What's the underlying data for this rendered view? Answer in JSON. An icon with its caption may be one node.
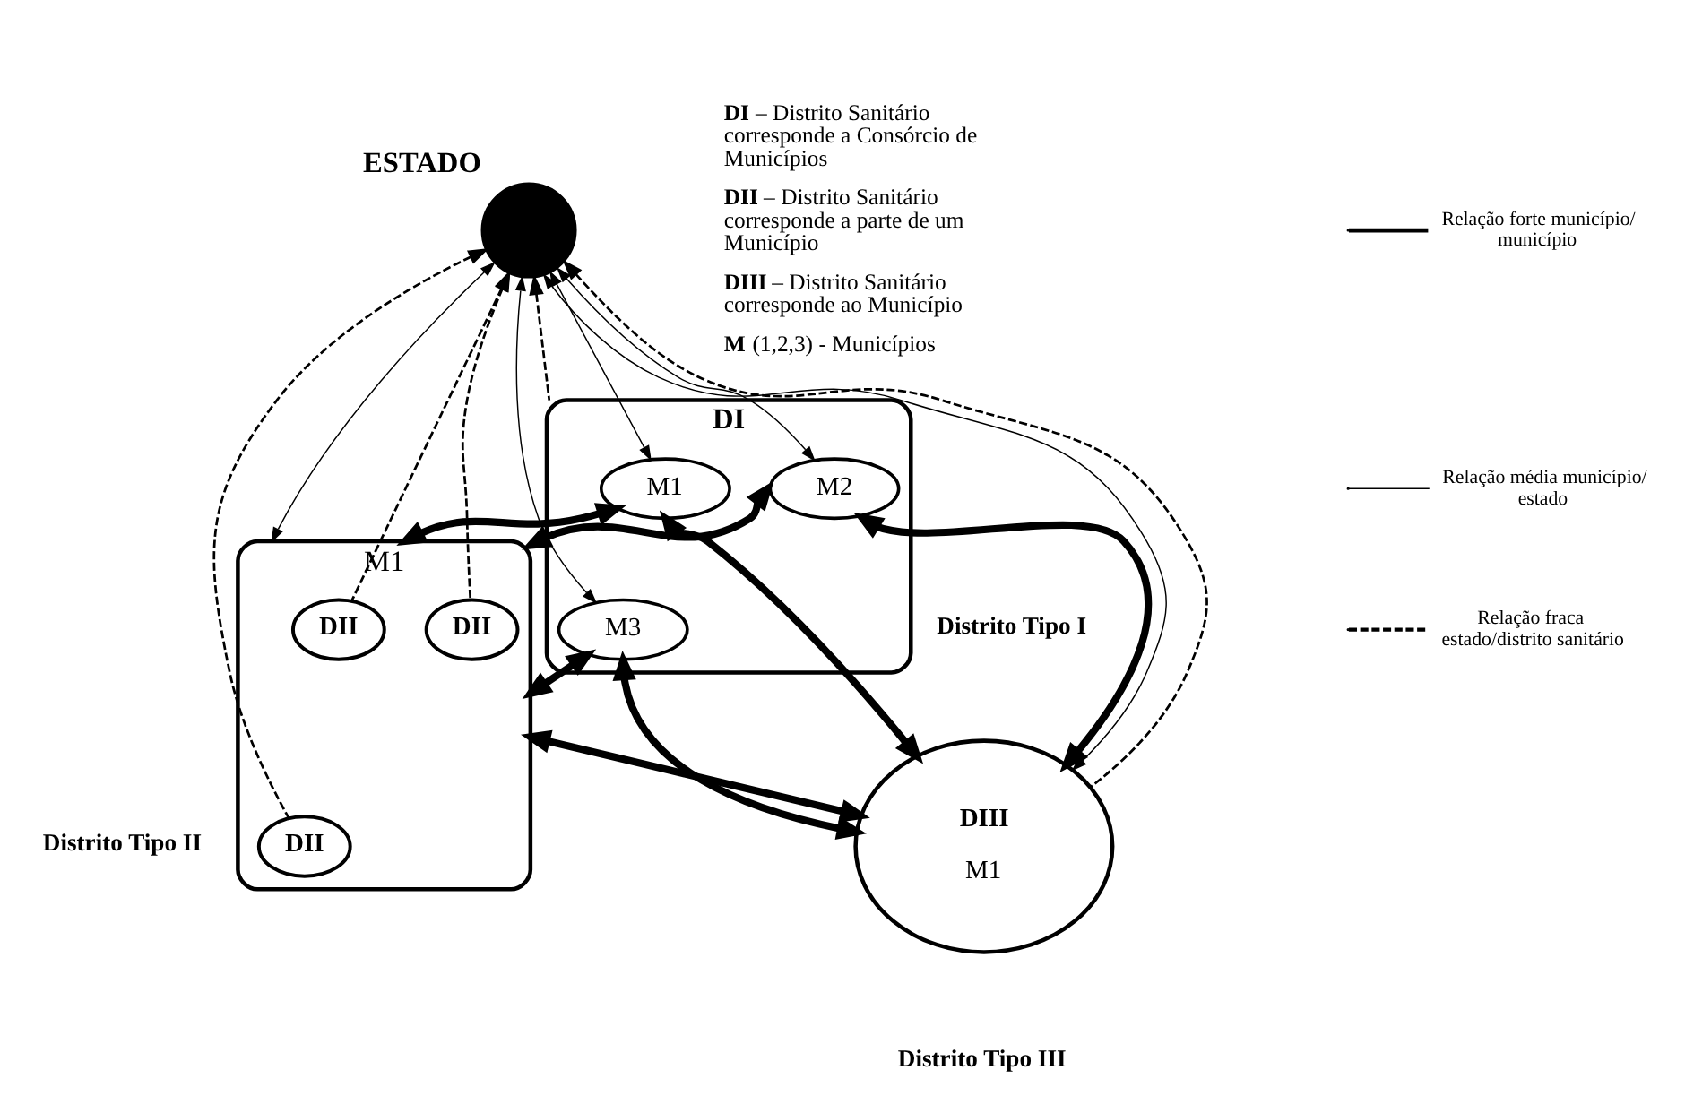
{
  "diagram": {
    "nodes": [
      {
        "text": [
          "ESTADO"
        ]
      },
      {
        "text": [
          "M1"
        ],
        "beside": [
          "Distrito Tipo II"
        ]
      },
      {
        "text": [
          "DII"
        ],
        "in": 1
      },
      {
        "text": [
          "DII"
        ],
        "in": 1
      },
      {
        "text": [
          "DII"
        ],
        "in": 1
      },
      {
        "text": [
          "DI"
        ],
        "beside": [
          "Distrito Tipo I"
        ]
      },
      {
        "text": [
          "M1"
        ],
        "in": 5
      },
      {
        "text": [
          "M3"
        ],
        "in": 5
      },
      {
        "text": [
          "M2"
        ],
        "in": 5
      },
      {
        "text": [
          "DIII",
          "M1"
        ],
        "beside": [
          "Distrito Tipo III"
        ]
      }
    ],
    "edges": [
      {
        "from": 2,
        "to": 0,
        "arrow": "to",
        "style": "dashed"
      },
      {
        "from": 0,
        "to": 1,
        "arrow": "both"
      },
      {
        "from": 3,
        "to": 0,
        "arrow": "to",
        "style": "dashed"
      },
      {
        "from": 4,
        "to": 0,
        "arrow": "to",
        "style": "dashed"
      },
      {
        "from": 0,
        "to": 7,
        "arrow": "both"
      },
      {
        "from": 5,
        "to": 0,
        "arrow": "to",
        "style": "dashed"
      },
      {
        "from": 0,
        "to": 6,
        "arrow": "both"
      },
      {
        "from": 0,
        "to": 8,
        "arrow": "both"
      },
      {
        "from": 0,
        "to": 9,
        "arrow": "both"
      },
      {
        "from": 9,
        "to": 0,
        "arrow": "to",
        "style": "dashed"
      },
      {
        "from": 6,
        "to": 1,
        "arrow": "both",
        "style": "thick"
      },
      {
        "from": 7,
        "to": 1,
        "arrow": "both",
        "style": "thick"
      },
      {
        "from": 8,
        "to": 1,
        "arrow": "both",
        "style": "thick"
      },
      {
        "from": 6,
        "to": 9,
        "arrow": "both",
        "style": "thick"
      },
      {
        "from": 8,
        "to": 9,
        "arrow": "both",
        "style": "thick"
      },
      {
        "from": 7,
        "to": 9,
        "arrow": "both",
        "style": "thick"
      },
      {
        "from": 1,
        "to": 9,
        "arrow": "both",
        "style": "thick"
      }
    ],
    "labels": [
      "**DI** – Distrito Sanitário corresponde a Consórcio de Municípios",
      "**DII** – Distrito Sanitário corresponde a parte de um Município",
      "**DIII** – Distrito Sanitário corresponde ao Município",
      "**M** (1,2,3) - Municípios"
    ],
    "legend": [
      {
        "text": "Relação forte município/ município"
      },
      {
        "text": "Relação média município/ estado"
      },
      {
        "text": "Relação fraca estado/distrito sanitário"
      }
    ]
  }
}
